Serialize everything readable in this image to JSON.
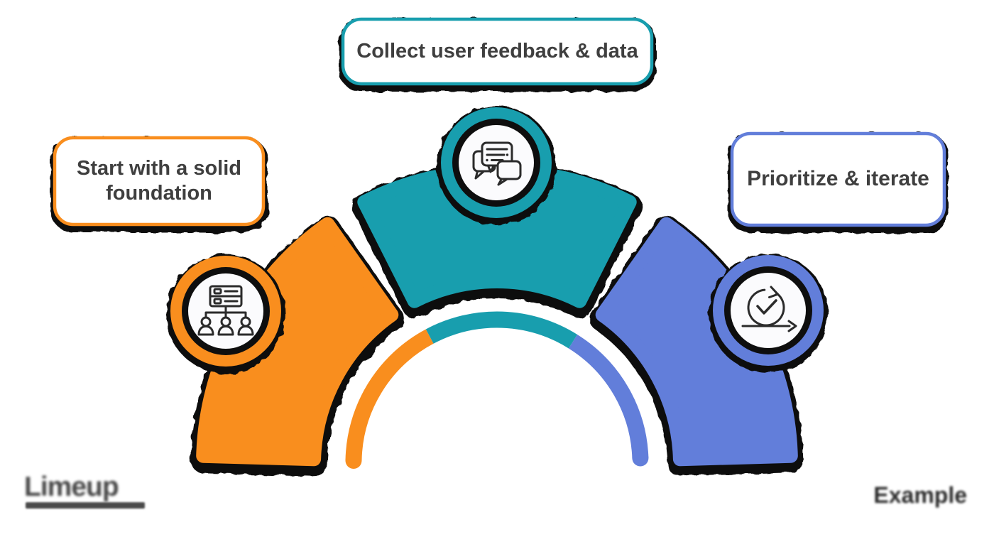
{
  "colors": {
    "orange": "#F98E1E",
    "teal": "#189EAE",
    "blue": "#627EDA",
    "ink": "#0E0E0E",
    "text": "#3F3F3F",
    "box_bg": "#FFFFFF",
    "icon_stroke": "#2B2B2B",
    "icon_bg": "#FBFBFD",
    "logo": "#474747",
    "watermark": "#2B2B2B"
  },
  "steps": [
    {
      "id": "foundation",
      "label": "Start with a solid foundation",
      "color": "#F98E1E",
      "icon": "server-team-icon"
    },
    {
      "id": "feedback",
      "label": "Collect user feedback & data",
      "color": "#189EAE",
      "icon": "chat-bubbles-icon"
    },
    {
      "id": "iterate",
      "label": "Prioritize & iterate",
      "color": "#627EDA",
      "icon": "iterate-loop-icon"
    }
  ],
  "footer": {
    "logo_text": "Limeup",
    "watermark_text": "Example"
  }
}
